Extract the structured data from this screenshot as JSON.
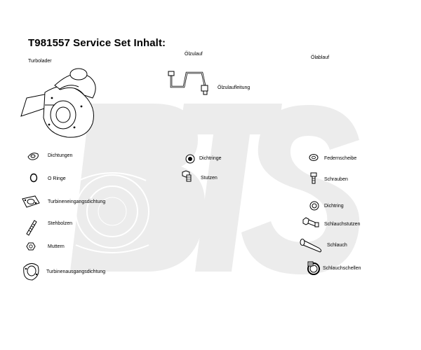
{
  "header": {
    "title": "T981557 Service Set Inhalt:"
  },
  "sections": {
    "turbo": "Turbolader",
    "oil_in": "Ölzulauf",
    "oil_out": "Ölablauf"
  },
  "watermark": {
    "text": "BTS",
    "color": "#ececec"
  },
  "items": {
    "oelzulaufleitung": "Ölzulaufleitung",
    "dichtungen": "Dichtungen",
    "o_ringe": "O Ringe",
    "turbineneingangsdichtung": "Turbineneingangsdichtung",
    "stehbolzen": "Stehbolzen",
    "muttern": "Muttern",
    "turbinenausgangsdichtung": "Turbinenausgangsdichtung",
    "dichtringe": "Dichtringe",
    "stutzen": "Stutzen",
    "federnscheibe": "Federnscheibe",
    "schrauben": "Schrauben",
    "dichtring": "Dichtring",
    "schlauchstutzen": "Schlauchstutzen",
    "schlauch": "Schlauch",
    "schlauchschellen": "Schlauchschellen"
  }
}
